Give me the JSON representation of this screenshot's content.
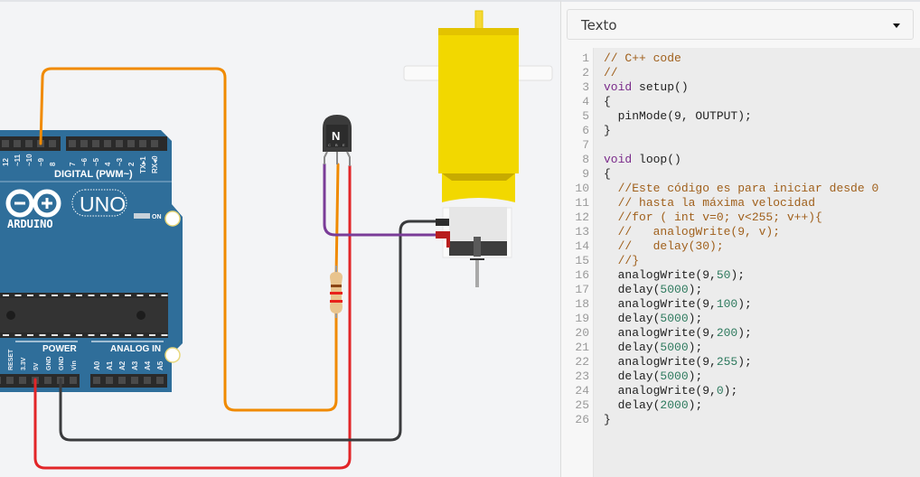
{
  "editor": {
    "mode_select": {
      "label": "Texto",
      "icon": "caret-down-icon"
    },
    "lines": [
      {
        "n": "1",
        "segs": [
          {
            "t": "// C++ code",
            "c": "cm"
          }
        ]
      },
      {
        "n": "2",
        "segs": [
          {
            "t": "//",
            "c": "cm"
          }
        ]
      },
      {
        "n": "3",
        "segs": [
          {
            "t": "void",
            "c": "kw"
          },
          {
            "t": " setup()",
            "c": ""
          }
        ]
      },
      {
        "n": "4",
        "segs": [
          {
            "t": "{",
            "c": ""
          }
        ]
      },
      {
        "n": "5",
        "segs": [
          {
            "t": "  pinMode(9, OUTPUT);",
            "c": ""
          }
        ]
      },
      {
        "n": "6",
        "segs": [
          {
            "t": "}",
            "c": ""
          }
        ]
      },
      {
        "n": "7",
        "segs": []
      },
      {
        "n": "8",
        "segs": [
          {
            "t": "void",
            "c": "kw"
          },
          {
            "t": " loop()",
            "c": ""
          }
        ]
      },
      {
        "n": "9",
        "segs": [
          {
            "t": "{",
            "c": ""
          }
        ]
      },
      {
        "n": "10",
        "segs": [
          {
            "t": "  ",
            "c": ""
          },
          {
            "t": "//Este código es para iniciar desde 0",
            "c": "cm"
          }
        ]
      },
      {
        "n": "11",
        "segs": [
          {
            "t": "  ",
            "c": ""
          },
          {
            "t": "// hasta la máxima velocidad",
            "c": "cm"
          }
        ]
      },
      {
        "n": "12",
        "segs": [
          {
            "t": "  ",
            "c": ""
          },
          {
            "t": "//for ( int v=0; v<255; v++){",
            "c": "cm"
          }
        ]
      },
      {
        "n": "13",
        "segs": [
          {
            "t": "  ",
            "c": ""
          },
          {
            "t": "//   analogWrite(9, v);",
            "c": "cm"
          }
        ]
      },
      {
        "n": "14",
        "segs": [
          {
            "t": "  ",
            "c": ""
          },
          {
            "t": "//   delay(30);",
            "c": "cm"
          }
        ]
      },
      {
        "n": "15",
        "segs": [
          {
            "t": "  ",
            "c": ""
          },
          {
            "t": "//}",
            "c": "cm"
          }
        ]
      },
      {
        "n": "16",
        "segs": [
          {
            "t": "  analogWrite(9,",
            "c": ""
          },
          {
            "t": "50",
            "c": "nm"
          },
          {
            "t": ");",
            "c": ""
          }
        ]
      },
      {
        "n": "17",
        "segs": [
          {
            "t": "  delay(",
            "c": ""
          },
          {
            "t": "5000",
            "c": "nm"
          },
          {
            "t": ");",
            "c": ""
          }
        ]
      },
      {
        "n": "18",
        "segs": [
          {
            "t": "  analogWrite(9,",
            "c": ""
          },
          {
            "t": "100",
            "c": "nm"
          },
          {
            "t": ");",
            "c": ""
          }
        ]
      },
      {
        "n": "19",
        "segs": [
          {
            "t": "  delay(",
            "c": ""
          },
          {
            "t": "5000",
            "c": "nm"
          },
          {
            "t": ");",
            "c": ""
          }
        ]
      },
      {
        "n": "20",
        "segs": [
          {
            "t": "  analogWrite(9,",
            "c": ""
          },
          {
            "t": "200",
            "c": "nm"
          },
          {
            "t": ");",
            "c": ""
          }
        ]
      },
      {
        "n": "21",
        "segs": [
          {
            "t": "  delay(",
            "c": ""
          },
          {
            "t": "5000",
            "c": "nm"
          },
          {
            "t": ");",
            "c": ""
          }
        ]
      },
      {
        "n": "22",
        "segs": [
          {
            "t": "  analogWrite(9,",
            "c": ""
          },
          {
            "t": "255",
            "c": "nm"
          },
          {
            "t": ");",
            "c": ""
          }
        ]
      },
      {
        "n": "23",
        "segs": [
          {
            "t": "  delay(",
            "c": ""
          },
          {
            "t": "5000",
            "c": "nm"
          },
          {
            "t": ");",
            "c": ""
          }
        ]
      },
      {
        "n": "24",
        "segs": [
          {
            "t": "  analogWrite(9,",
            "c": ""
          },
          {
            "t": "0",
            "c": "nm"
          },
          {
            "t": ");",
            "c": ""
          }
        ]
      },
      {
        "n": "25",
        "segs": [
          {
            "t": "  delay(",
            "c": ""
          },
          {
            "t": "2000",
            "c": "nm"
          },
          {
            "t": ");",
            "c": ""
          }
        ]
      },
      {
        "n": "26",
        "segs": [
          {
            "t": "}",
            "c": ""
          }
        ]
      }
    ]
  },
  "circuit": {
    "arduino": {
      "brand": "ARDUINO",
      "model": "UNO",
      "on_label": "ON",
      "digital_header_label": "DIGITAL (PWM~)",
      "digital_pins": [
        "12",
        "~11",
        "~10",
        "~9",
        "8",
        "7",
        "~6",
        "~5",
        "4",
        "~3",
        "2",
        "TX▸1",
        "RX◂0"
      ],
      "power_label": "POWER",
      "power_pins": [
        "RESET",
        "3.3V",
        "5V",
        "GND",
        "GND",
        "Vin"
      ],
      "analog_label": "ANALOG IN",
      "analog_pins": [
        "A0",
        "A1",
        "A2",
        "A3",
        "A4",
        "A5"
      ]
    },
    "transistor": {
      "type_label": "N",
      "pin_labels": [
        "C",
        "B",
        "E"
      ]
    },
    "resistor": {
      "bands": [
        "#8b4513",
        "#e8221b",
        "#e8221b"
      ]
    },
    "motor": {
      "body_color": "#f2d800"
    },
    "wire_colors": {
      "signal": "#f08a00",
      "power": "#e22528",
      "ground": "#3a3b3d",
      "motor": "#7a3c98"
    }
  }
}
